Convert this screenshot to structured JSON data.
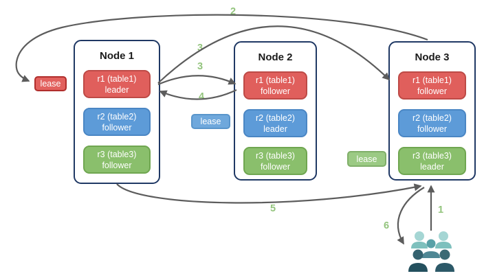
{
  "nodes": [
    {
      "title": "Node 1",
      "replicas": [
        {
          "label": "r1 (table1)",
          "role": "leader",
          "color": "red"
        },
        {
          "label": "r2 (table2)",
          "role": "follower",
          "color": "blue"
        },
        {
          "label": "r3 (table3)",
          "role": "follower",
          "color": "green"
        }
      ]
    },
    {
      "title": "Node 2",
      "replicas": [
        {
          "label": "r1 (table1)",
          "role": "follower",
          "color": "red"
        },
        {
          "label": "r2 (table2)",
          "role": "leader",
          "color": "blue"
        },
        {
          "label": "r3 (table3)",
          "role": "follower",
          "color": "green"
        }
      ]
    },
    {
      "title": "Node 3",
      "replicas": [
        {
          "label": "r1 (table1)",
          "role": "follower",
          "color": "red"
        },
        {
          "label": "r2 (table2)",
          "role": "follower",
          "color": "blue"
        },
        {
          "label": "r3 (table3)",
          "role": "leader",
          "color": "green"
        }
      ]
    }
  ],
  "leases": [
    {
      "label": "lease",
      "color": "red"
    },
    {
      "label": "lease",
      "color": "blue"
    },
    {
      "label": "lease",
      "color": "green"
    }
  ],
  "steps": {
    "s1": "1",
    "s2": "2",
    "s3a": "3",
    "s3b": "3",
    "s4": "4",
    "s5": "5",
    "s6": "6"
  },
  "icons": {
    "users": "users-group-icon"
  },
  "colors": {
    "red_fill": "#e05f5c",
    "red_border": "#bd4a46",
    "blue_fill": "#5d9bd8",
    "blue_border": "#4a86c4",
    "green_fill": "#8abf6c",
    "green_border": "#6fa650",
    "node_border": "#1f3864",
    "arrow": "#5c5c5c",
    "step_text": "#93c47d"
  }
}
